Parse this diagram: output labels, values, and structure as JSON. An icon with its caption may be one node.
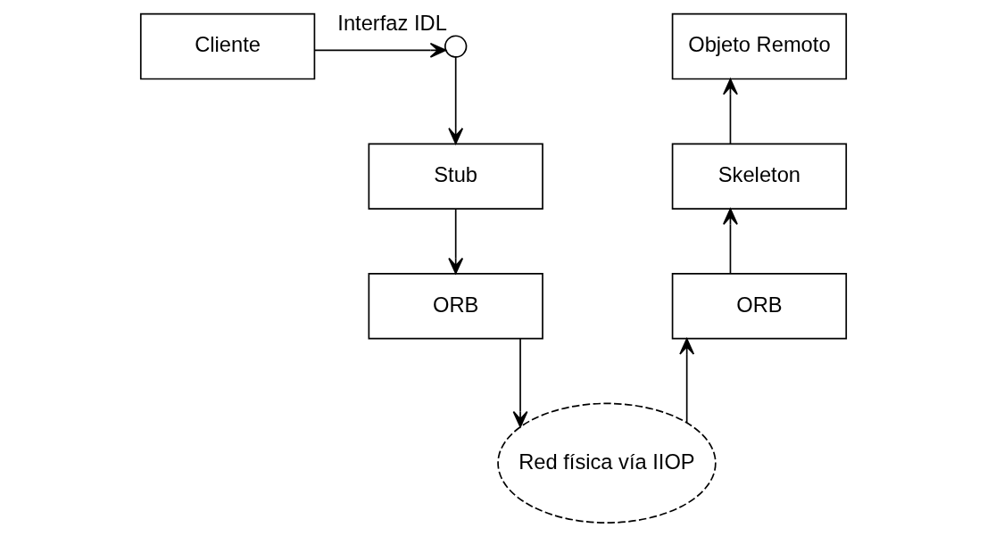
{
  "diagram": {
    "nodes": [
      {
        "text": [
          "Cliente"
        ]
      },
      {
        "text": [],
        "shape": "circle",
        "beside": [
          "Interfaz IDL"
        ]
      },
      {
        "text": [
          "Stub"
        ]
      },
      {
        "text": [
          "ORB"
        ]
      },
      {
        "text": [
          "Red física vía IIOP"
        ]
      },
      {
        "text": [
          "ORB"
        ]
      },
      {
        "text": [
          "Skeleton"
        ]
      },
      {
        "text": [
          "Objeto Remoto"
        ]
      }
    ],
    "edges": [
      {
        "from": 0,
        "to": 1,
        "arrow": "to"
      },
      {
        "from": 1,
        "to": 2,
        "arrow": "to"
      },
      {
        "from": 2,
        "to": 3,
        "arrow": "to"
      },
      {
        "from": 3,
        "to": 4,
        "arrow": "to"
      },
      {
        "from": 4,
        "to": 5,
        "arrow": "to"
      },
      {
        "from": 5,
        "to": 6,
        "arrow": "to"
      },
      {
        "from": 6,
        "to": 7,
        "arrow": "to"
      }
    ]
  }
}
